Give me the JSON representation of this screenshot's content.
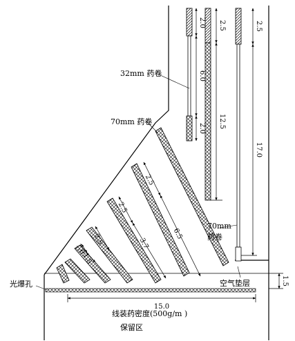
{
  "labels": {
    "cartridge_32": "32mm 药卷",
    "cartridge_70_top": "70mm 药卷",
    "cartridge_70_right_1": "70mm",
    "cartridge_70_right_2": "药卷",
    "smooth_blast_hole": "光爆孔",
    "air_cushion": "空气垫层",
    "linear_charge": "线装药密度(500g/m )",
    "retained_zone": "保留区"
  },
  "dimensions": {
    "v1_top": "2.0",
    "v1_mid": "6.0",
    "v1_bot": "2.0",
    "v2_top": "2.5",
    "v2_bot": "12.5",
    "v3_top": "2.5",
    "v3_bot": "17.0",
    "air_gap": "1.5",
    "horizontal": "15.0",
    "i1_top": "2.5",
    "i1_bot": "6.5",
    "i2_top": "2.5",
    "i2_bot": "3.7",
    "i3": "2.5",
    "i4": "1.0",
    "i5": "1.5"
  },
  "colors": {
    "ink": "#000000",
    "background": "#ffffff"
  }
}
